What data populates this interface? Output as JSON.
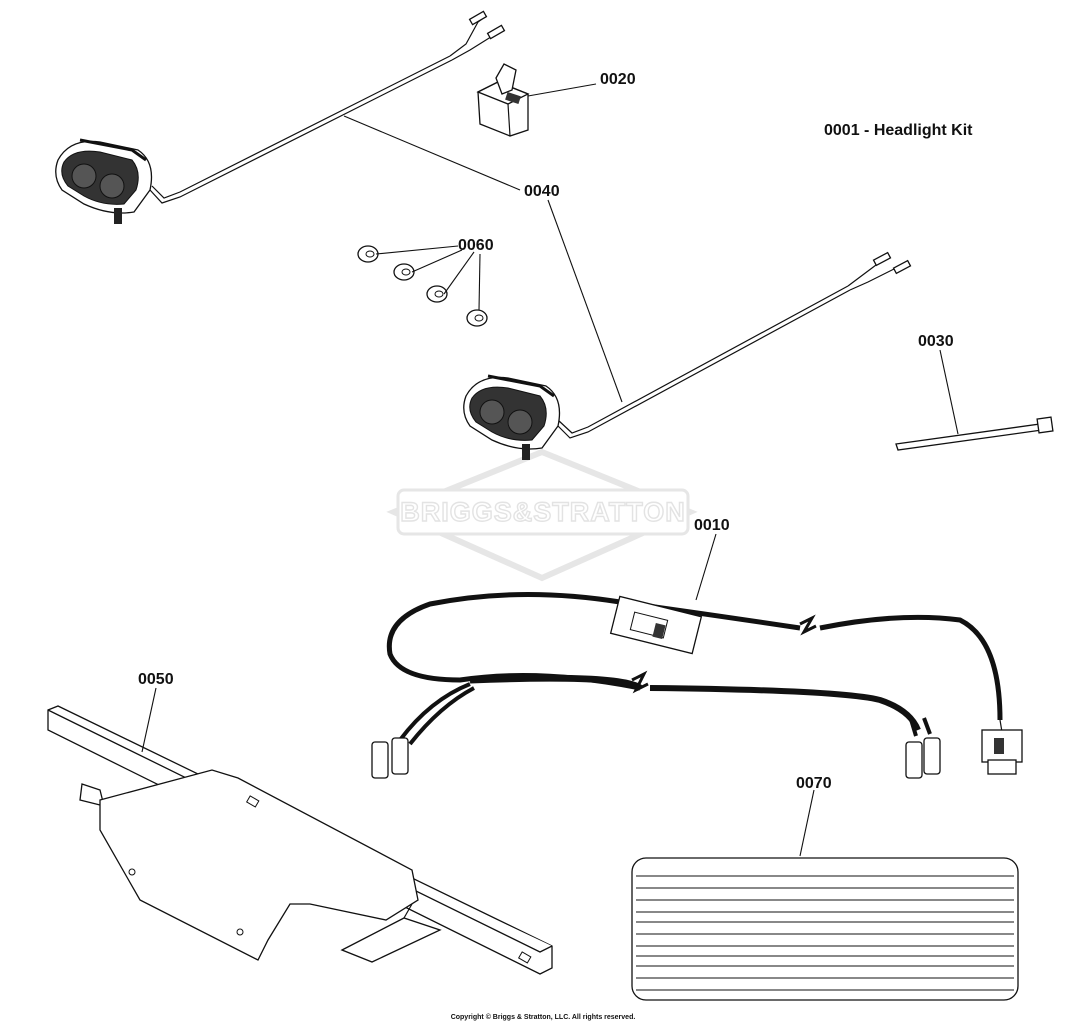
{
  "title": "0001 - Headlight Kit",
  "watermark": "BRIGGS&STRATTON",
  "copyright": "Copyright © Briggs & Stratton, LLC. All rights reserved.",
  "callouts": {
    "c0010": "0010",
    "c0020": "0020",
    "c0030": "0030",
    "c0040": "0040",
    "c0050": "0050",
    "c0060": "0060",
    "c0070": "0070"
  }
}
